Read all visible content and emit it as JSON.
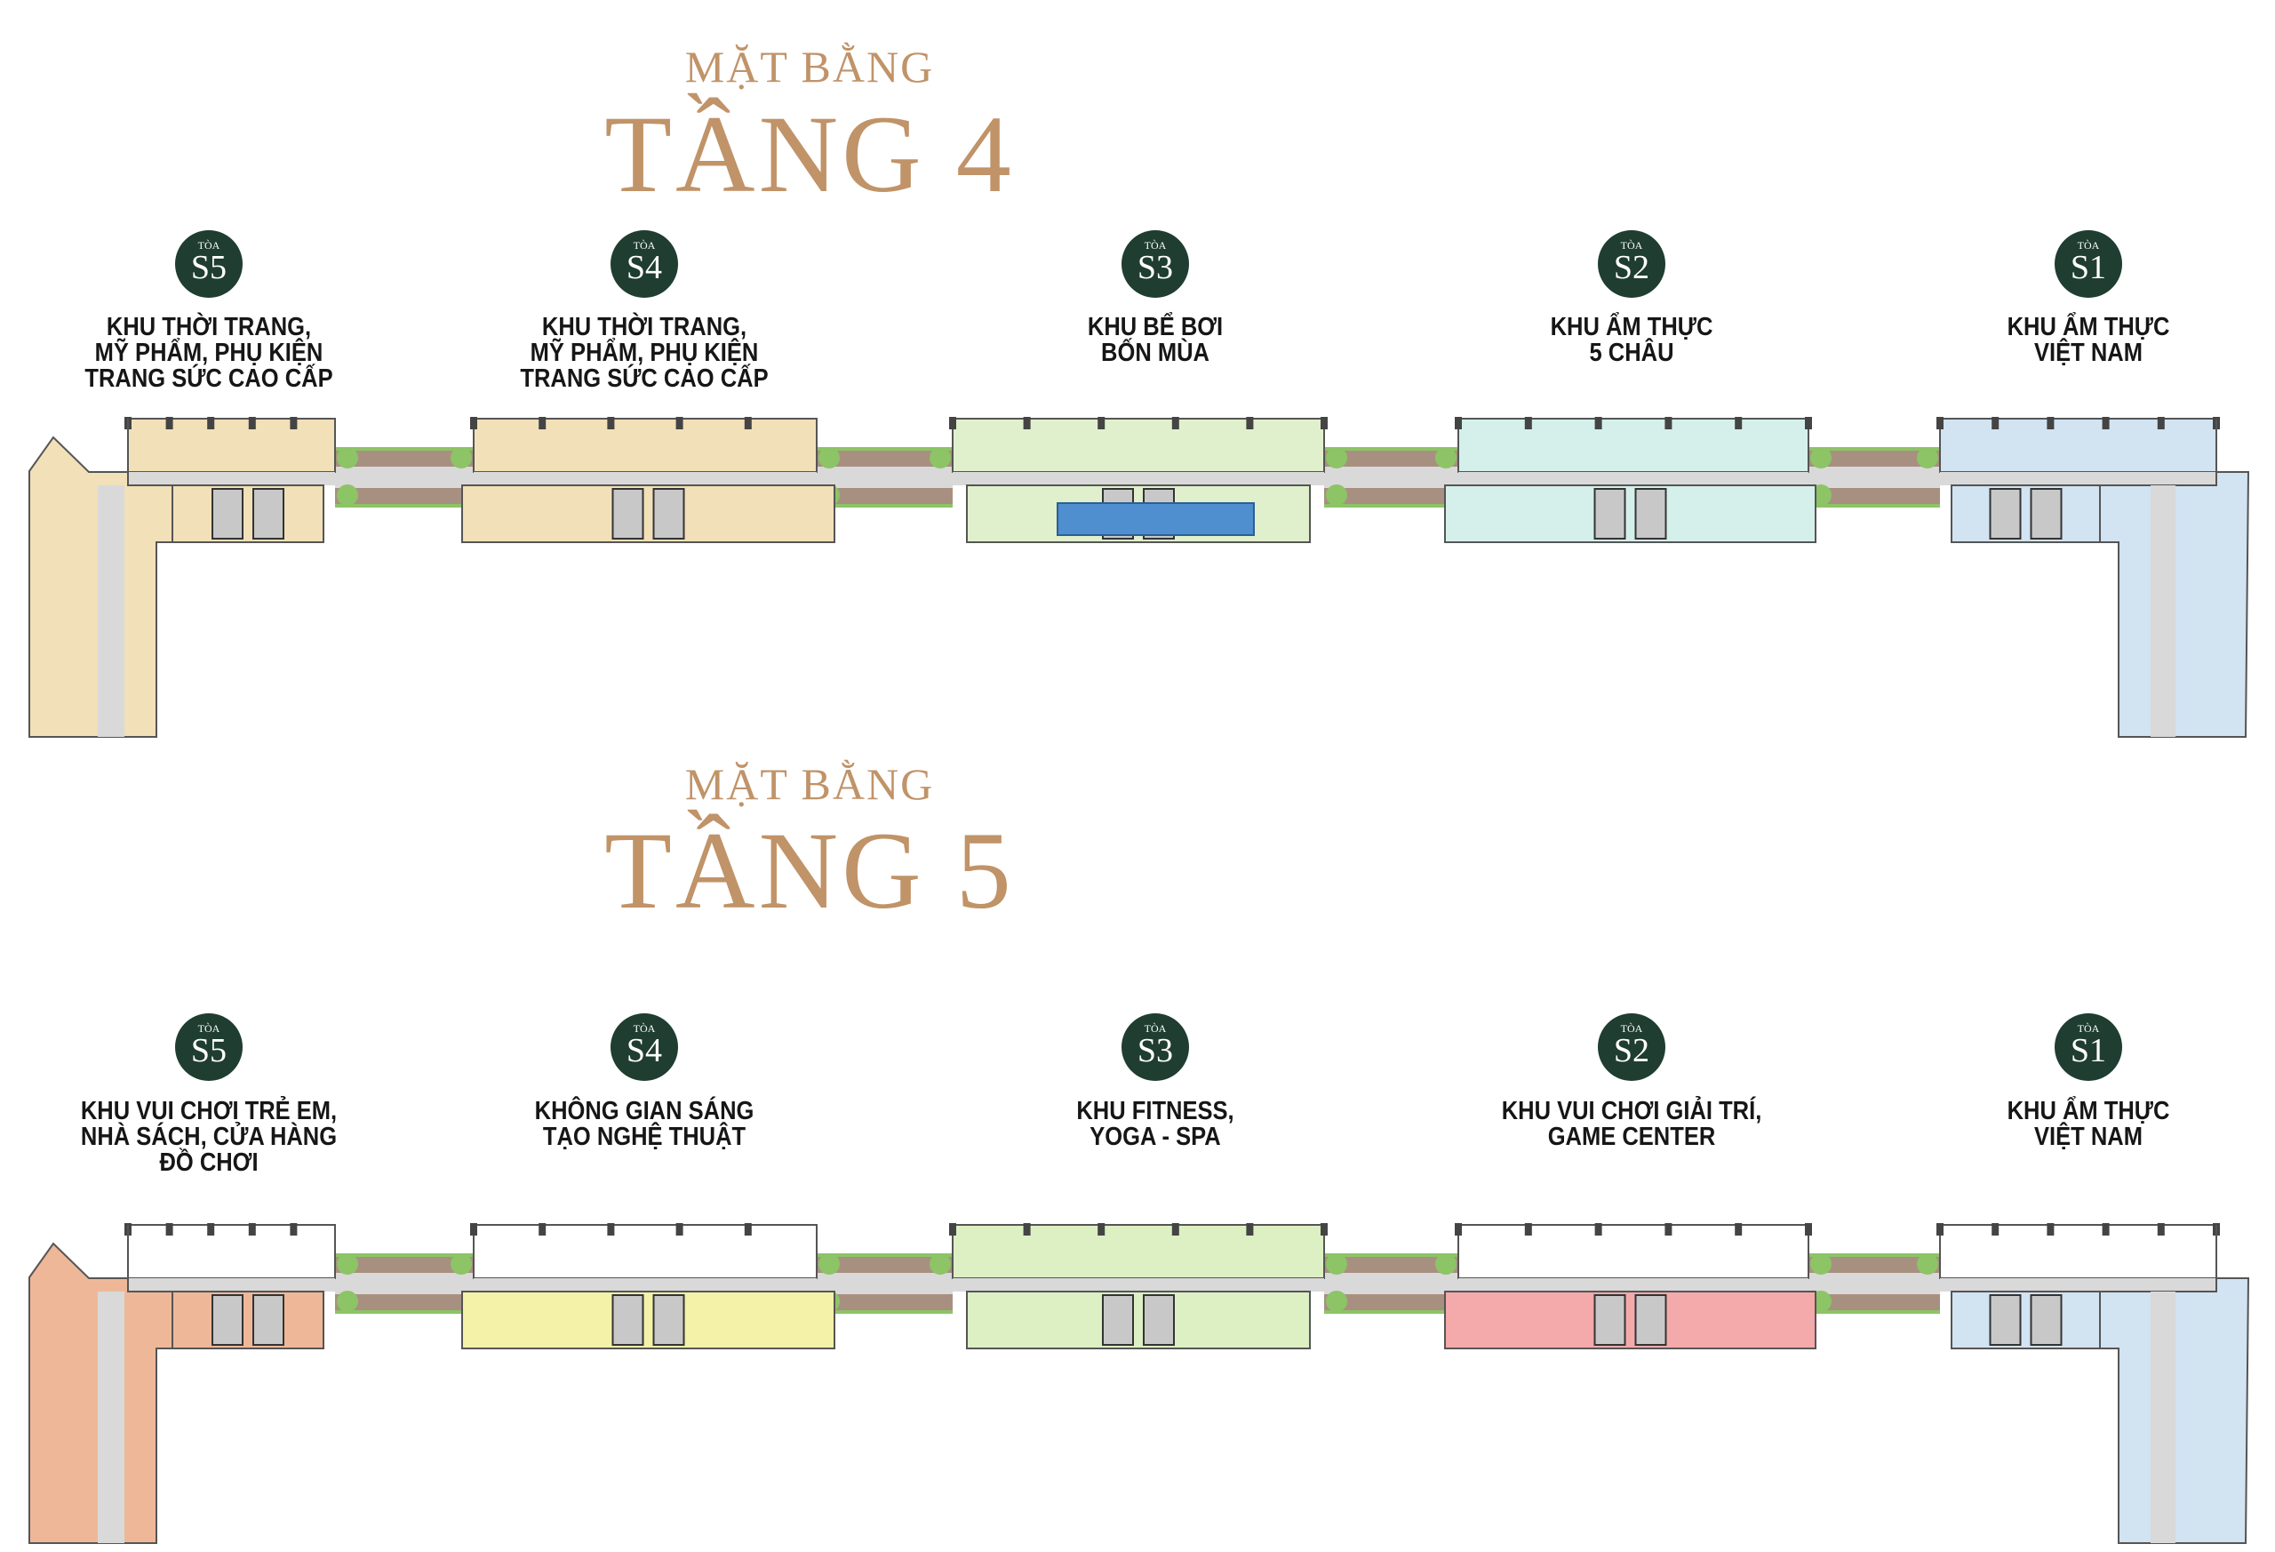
{
  "floors": [
    {
      "subtitle": "MẶT BẰNG",
      "title": "TẦNG 4",
      "towers": [
        {
          "prefix": "TÒA",
          "code": "S5",
          "label": [
            "KHU THỜI TRANG,",
            "MỸ PHẨM, PHỤ KIỆN",
            "TRANG SỨC CAO CẤP"
          ]
        },
        {
          "prefix": "TÒA",
          "code": "S4",
          "label": [
            "KHU THỜI TRANG,",
            "MỸ PHẨM, PHỤ KIỆN",
            "TRANG SỨC CAO CẤP"
          ]
        },
        {
          "prefix": "TÒA",
          "code": "S3",
          "label": [
            "KHU BỂ BƠI",
            "BỐN MÙA"
          ]
        },
        {
          "prefix": "TÒA",
          "code": "S2",
          "label": [
            "KHU ẨM THỰC",
            "5 CHÂU"
          ]
        },
        {
          "prefix": "TÒA",
          "code": "S1",
          "label": [
            "KHU ẨM THỰC",
            "VIỆT NAM"
          ]
        }
      ],
      "zone_colors": {
        "S5": "#f2e0b8",
        "S4": "#f2e0b8",
        "S3": "#e0f0cc",
        "S2": "#d5f0ea",
        "S1": "#d2e3f2"
      }
    },
    {
      "subtitle": "MẶT BẰNG",
      "title": "TẦNG 5",
      "towers": [
        {
          "prefix": "TÒA",
          "code": "S5",
          "label": [
            "KHU VUI CHƠI TRẺ EM,",
            "NHÀ SÁCH, CỬA HÀNG",
            "ĐỒ CHƠI"
          ]
        },
        {
          "prefix": "TÒA",
          "code": "S4",
          "label": [
            "KHÔNG GIAN SÁNG",
            "TẠO NGHỆ THUẬT"
          ]
        },
        {
          "prefix": "TÒA",
          "code": "S3",
          "label": [
            "KHU FITNESS,",
            "YOGA - SPA"
          ]
        },
        {
          "prefix": "TÒA",
          "code": "S2",
          "label": [
            "KHU VUI CHƠI GIẢI TRÍ,",
            "GAME CENTER"
          ]
        },
        {
          "prefix": "TÒA",
          "code": "S1",
          "label": [
            "KHU ẨM THỰC",
            "VIỆT NAM"
          ]
        }
      ],
      "zone_colors": {
        "S5": "#eeb898",
        "S4": "#f3f2a8",
        "S3": "#dcf0c4",
        "S2": "#f4a9aa",
        "S1": "#d2e3f2"
      }
    }
  ],
  "colors": {
    "title": "#c09368",
    "badge": "#1f3d31",
    "corridor": "#d9d9d9",
    "deck": "#a89080",
    "greenery": "#8cc466",
    "pool": "#4f8fd0",
    "wall": "#555555"
  }
}
